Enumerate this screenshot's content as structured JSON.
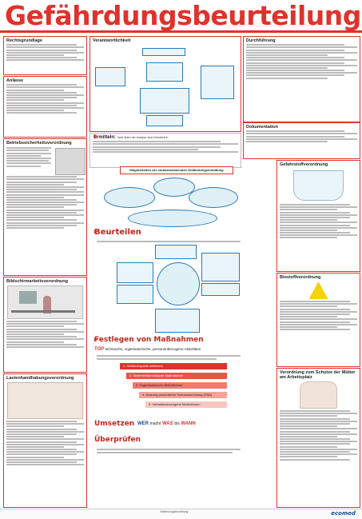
{
  "title": "Gefährdungsbeurteilung",
  "colors": {
    "accent": "#e0322c",
    "blue": "#2a7bb8",
    "pale_blue": "#dff0f7",
    "brand": "#1a4e9b"
  },
  "left": {
    "rechtsgrundlage": {
      "heading": "Rechtsgrundlage"
    },
    "anlaesse": {
      "heading": "Anlässe"
    },
    "betriebssicherheit": {
      "heading": "Betriebssicherheitsverordnung"
    },
    "bildschirmarbeit": {
      "heading": "Bildschirmarbeitsverordnung"
    },
    "lastenhandhabung": {
      "heading": "Lastenhandhabungsverordnung"
    }
  },
  "center": {
    "verantwortlichkeit": {
      "heading": "Verantwortlichkeit"
    },
    "durchfuehrung": {
      "heading": "Durchführung"
    },
    "dokumentation": {
      "heading": "Dokumentation"
    },
    "ermitteln": {
      "heading": "Ermitteln:",
      "sub": "Zwei Arten der Analyse sind erforderlich:"
    },
    "moeglichkeiten": "Möglichkeiten der vorausschauenden Gefährdungsermittlung",
    "beurteilen": {
      "heading": "Beurteilen"
    },
    "festlegen": {
      "heading": "Festlegen von Maßnahmen",
      "top": "TOP",
      "top_text": "technische, organisatorische, personenbezogene Aktivitäten"
    },
    "steps": [
      "1. Gefahrenquelle entfernen",
      "2. Sicherheitstechnische Maßnahmen",
      "3. Organisatorische Maßnahmen",
      "4. Nutzung persönlicher Schutzausrüstung (PSA)",
      "5. Verhaltensbezogene Maßnahmen"
    ],
    "umsetzen": {
      "heading": "Umsetzen",
      "wer": "WER",
      "macht": "macht",
      "was": "WAS",
      "bis": "bis",
      "wann": "WANN"
    },
    "ueberpruefen": {
      "heading": "Überprüfen"
    }
  },
  "right": {
    "gefahrstoff": {
      "heading": "Gefahrstoffverordnung"
    },
    "biostoff": {
      "heading": "Biostoffverordnung"
    },
    "mutterschutz": {
      "heading": "Verordnung zum Schutze der Mütter am Arbeitsplatz"
    }
  },
  "footer": {
    "left_text": "Gefährdungsbeurteilung",
    "logo": "ecomed"
  }
}
